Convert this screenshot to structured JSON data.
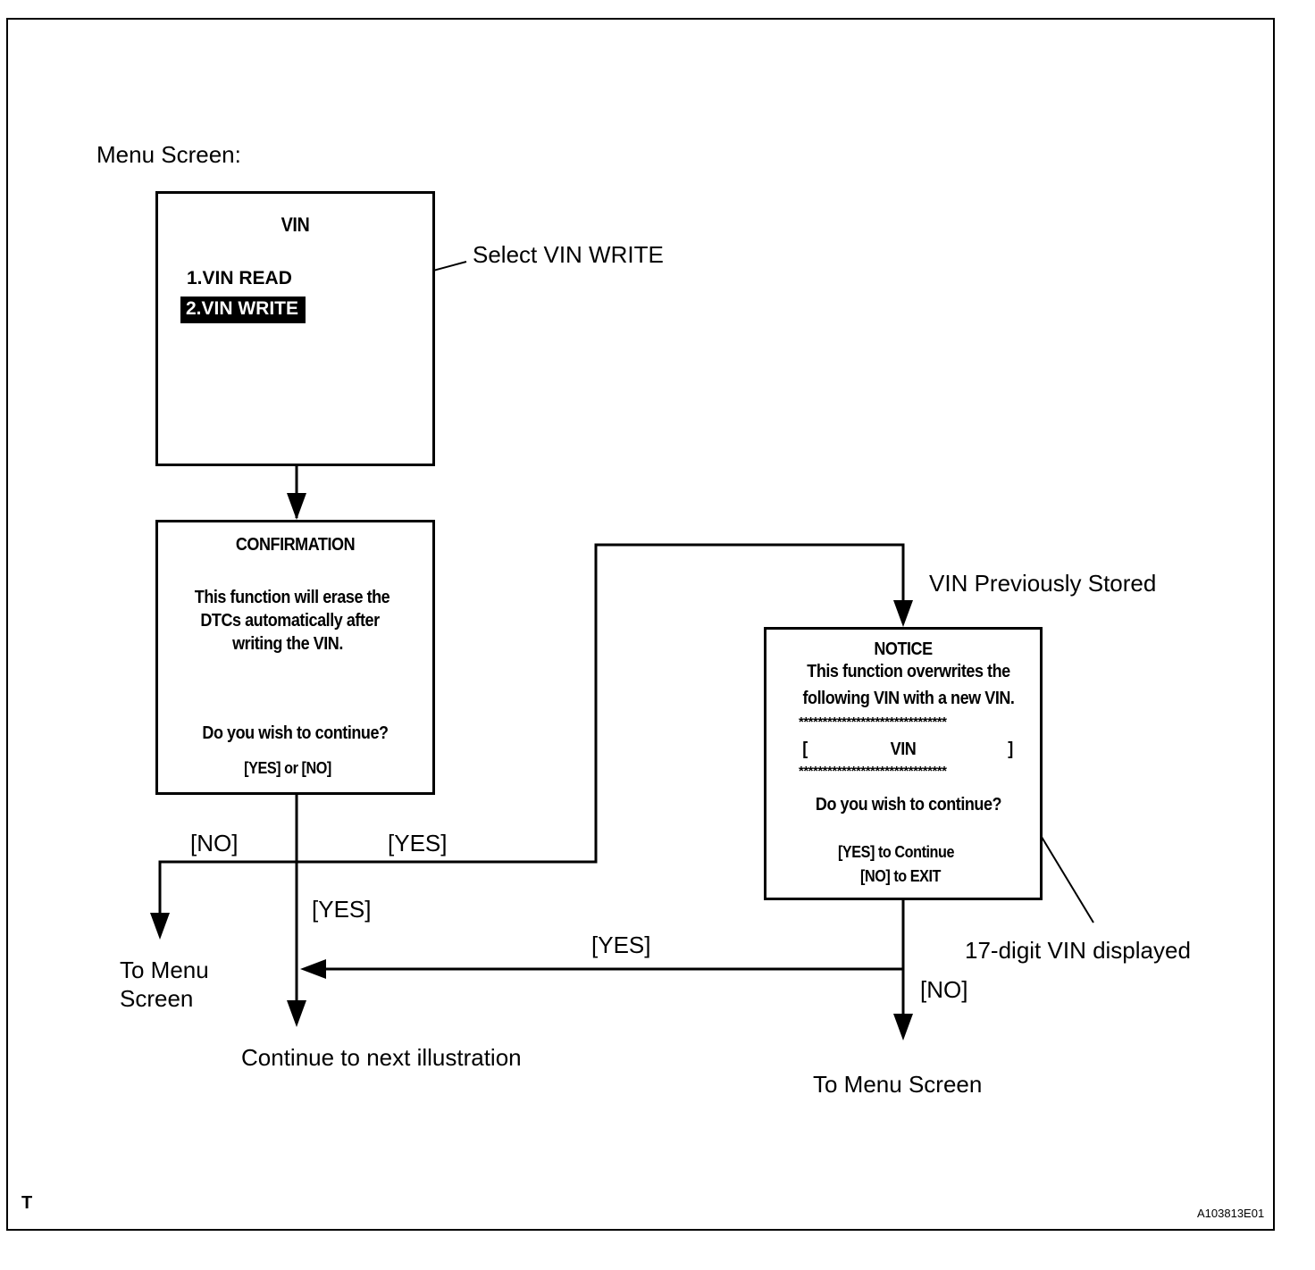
{
  "menu_heading": "Menu Screen:",
  "vin_screen": {
    "title": "VIN",
    "item1": "1.VIN READ",
    "item2": "2.VIN WRITE"
  },
  "callout_select": "Select VIN WRITE",
  "confirmation": {
    "title": "CONFIRMATION",
    "line1": "This function will erase the",
    "line2": "DTCs automatically after",
    "line3": "writing the VIN.",
    "question": "Do you wish to continue?",
    "choices": "[YES] or [NO]"
  },
  "notice": {
    "title": "NOTICE",
    "line1": "This function overwrites the",
    "line2": "following VIN with a new VIN.",
    "stars": "*******************************",
    "bracket_open": "[",
    "vin": "VIN",
    "bracket_close": "]",
    "question": "Do you wish to continue?",
    "yes": "[YES] to Continue",
    "no": "[NO] to EXIT"
  },
  "labels": {
    "vin_stored": "VIN Previously Stored",
    "no_left": "[NO]",
    "yes_mid": "[YES]",
    "yes_down": "[YES]",
    "yes_return": "[YES]",
    "no_right": "[NO]",
    "to_menu_left_1": "To Menu",
    "to_menu_left_2": "Screen",
    "continue_next": "Continue to next illustration",
    "to_menu_right": "To Menu Screen",
    "vin_digits": "17-digit VIN displayed"
  },
  "corner_mark": "T",
  "figure_code": "A103813E01"
}
